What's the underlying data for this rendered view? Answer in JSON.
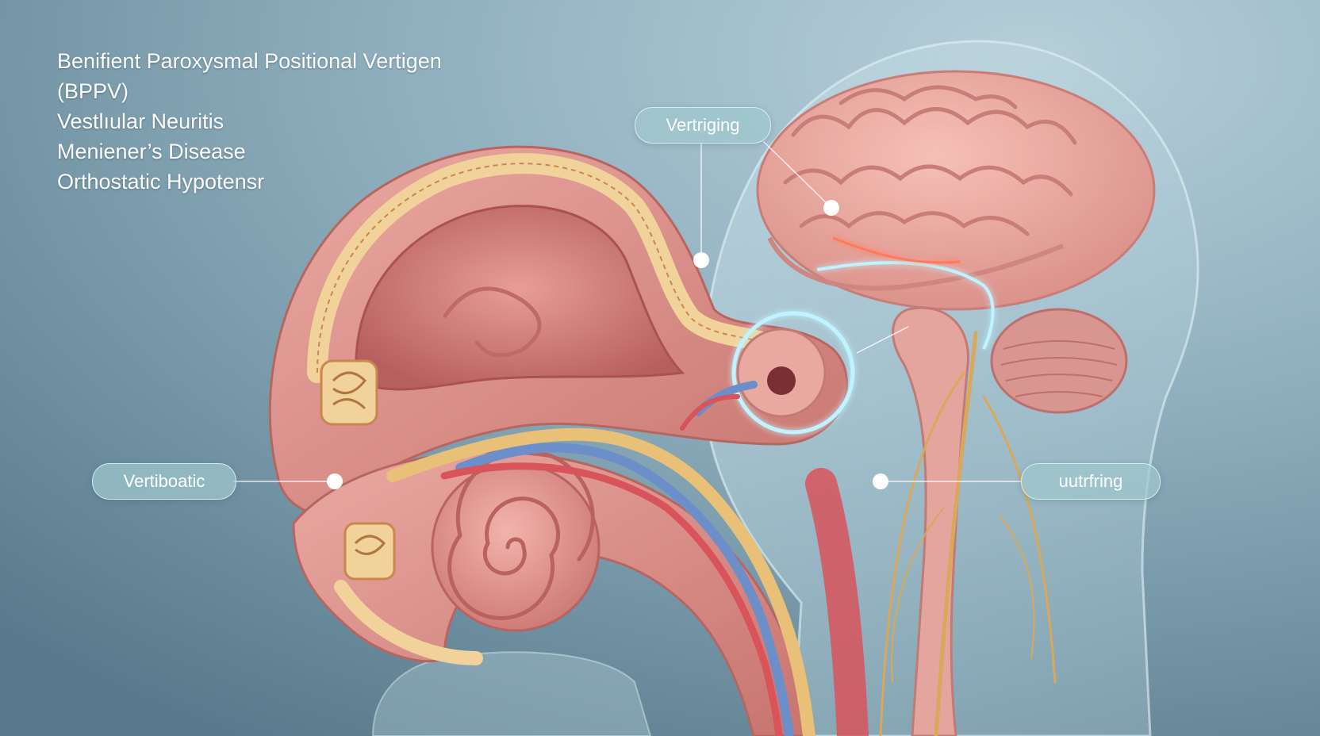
{
  "conditions": [
    "Benifient Paroxysmal Positional Vertigen",
    "(BPPV)",
    "Vestlıular Neuritis",
    "Meniener’s Disease",
    "Orthostatic Hypotensr"
  ],
  "callouts": {
    "top": "Vertriging",
    "left": "Vertiboatic",
    "right": "uutrfring"
  },
  "colors": {
    "background_light": "#a9c3cf",
    "background_dark": "#587a8c",
    "tissue_pink": "#e8a49e",
    "bone_cream": "#f0d29a",
    "nerve_gold": "#d9a85a",
    "artery_red": "#d8535a",
    "vein_blue": "#6d8fc9",
    "glow_cyan": "#bff3ff"
  }
}
